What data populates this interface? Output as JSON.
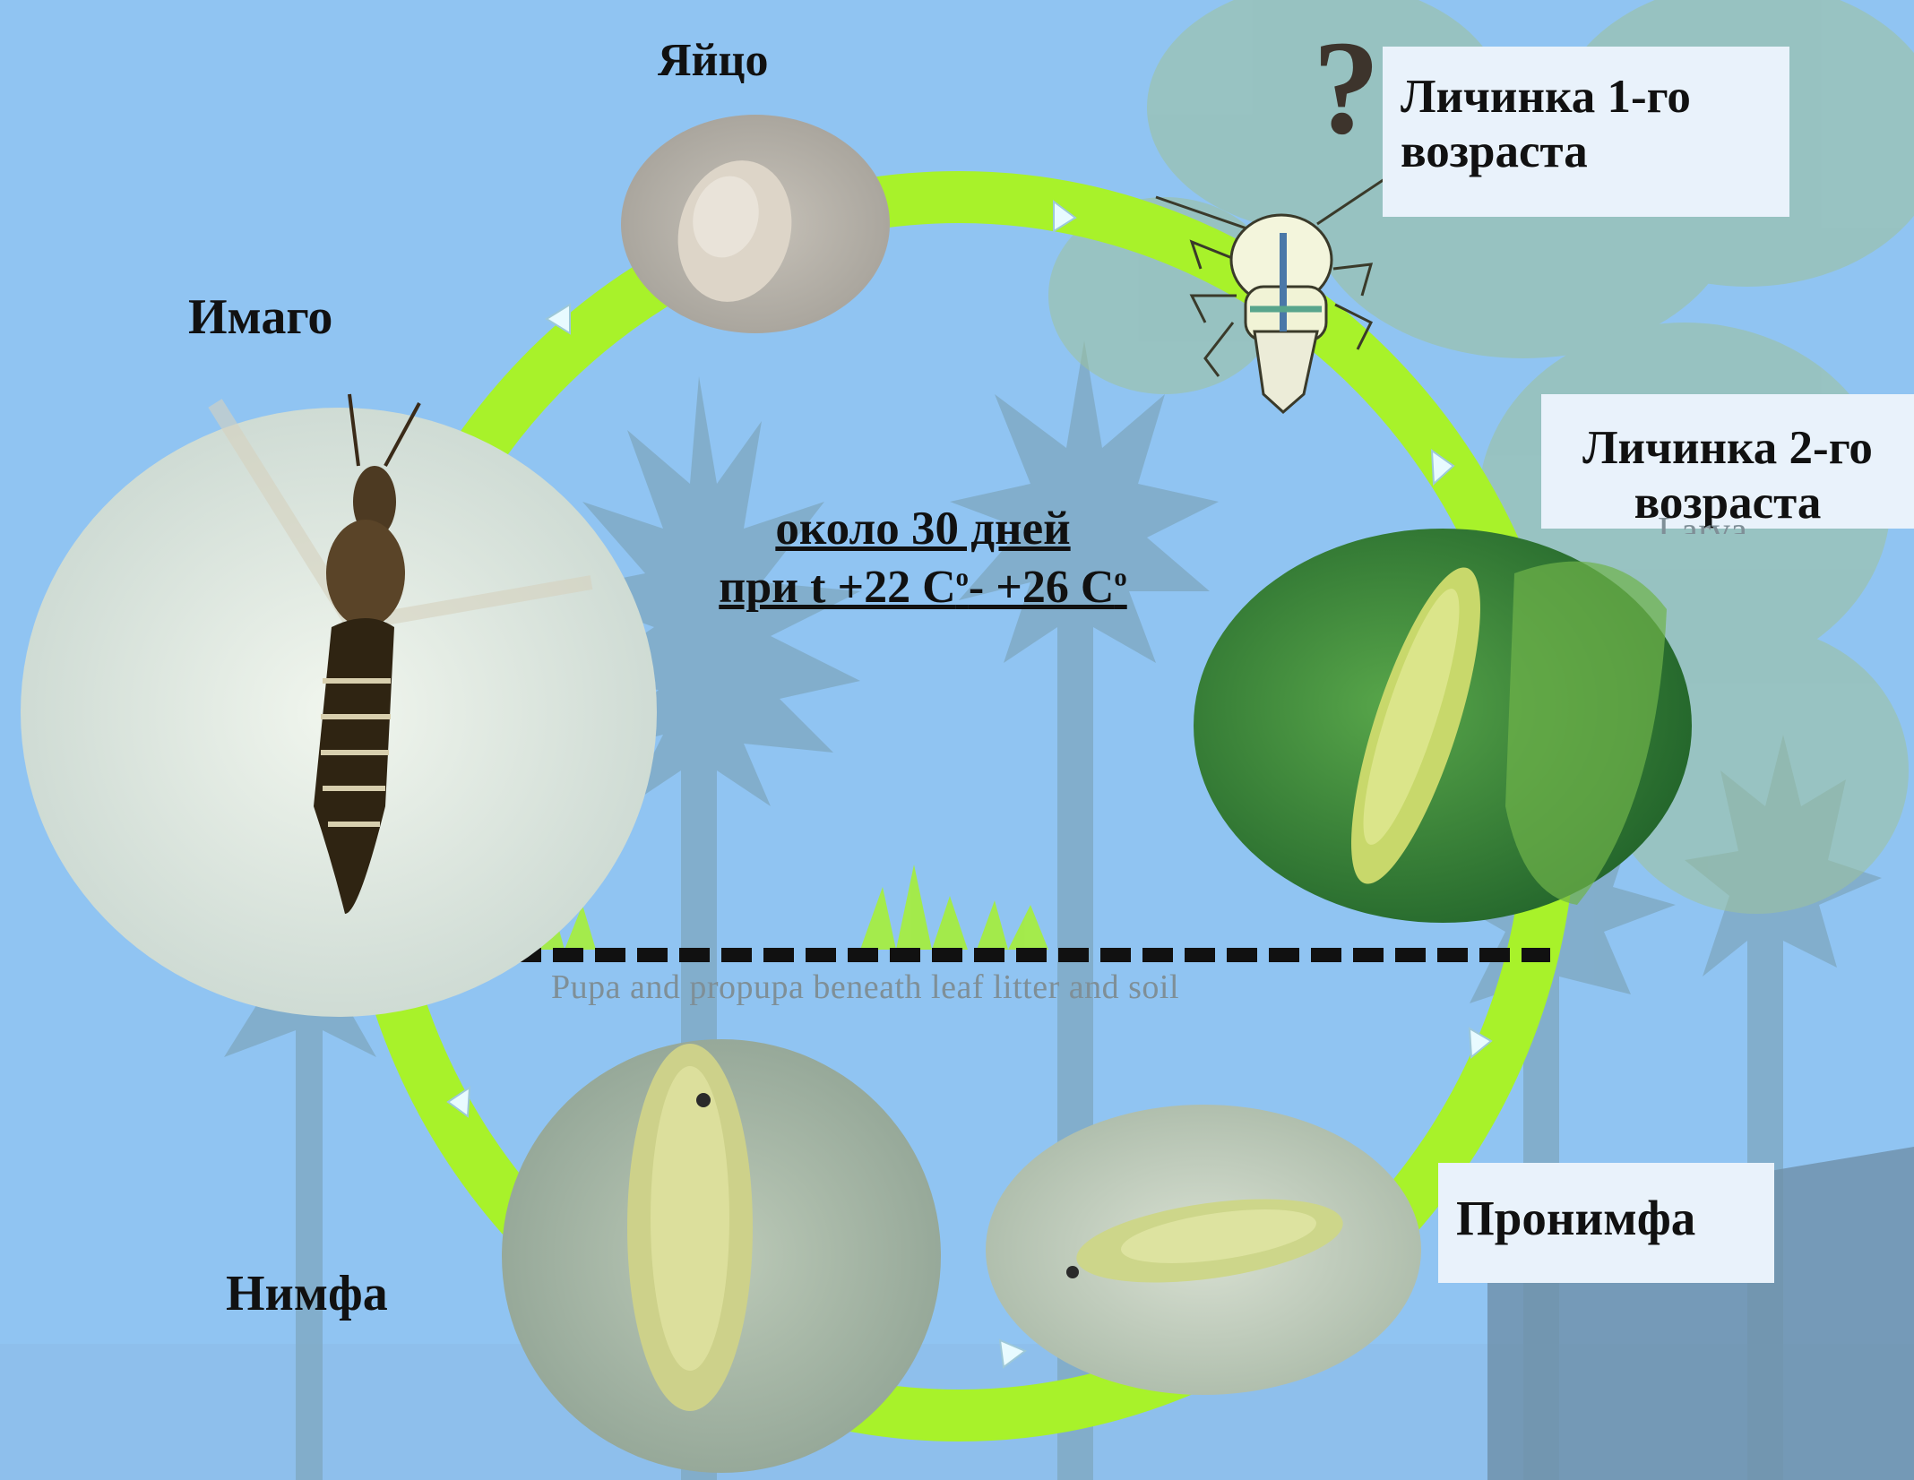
{
  "stages": {
    "egg": "Яйцо",
    "larva1_line1": "Личинка 1-го",
    "larva1_line2": "возраста",
    "larva2_line1": "Личинка 2-го",
    "larva2_line2": "возраста",
    "adult": "Имаго",
    "pronymph": "Пронимфа",
    "nymph": "Нимфа"
  },
  "question_mark": "?",
  "duration": {
    "line1": "около 30 дней",
    "line2_prefix": "при t +22 С",
    "deg1": "о",
    "line2_mid": "- +26 С",
    "deg2": "о"
  },
  "underground_caption": "Pupa and propupa beneath leaf litter and soil",
  "background_partial_text": "Larva",
  "colors": {
    "sky": "#90c4f2",
    "cycle_ring": "#a8f22a",
    "dashed_line": "#111111",
    "label_box": "#e9f2fb"
  },
  "icons": [
    "cycle-arrow-icon",
    "grass-icon",
    "tree-silhouette-icon",
    "larva-drawing-icon"
  ]
}
